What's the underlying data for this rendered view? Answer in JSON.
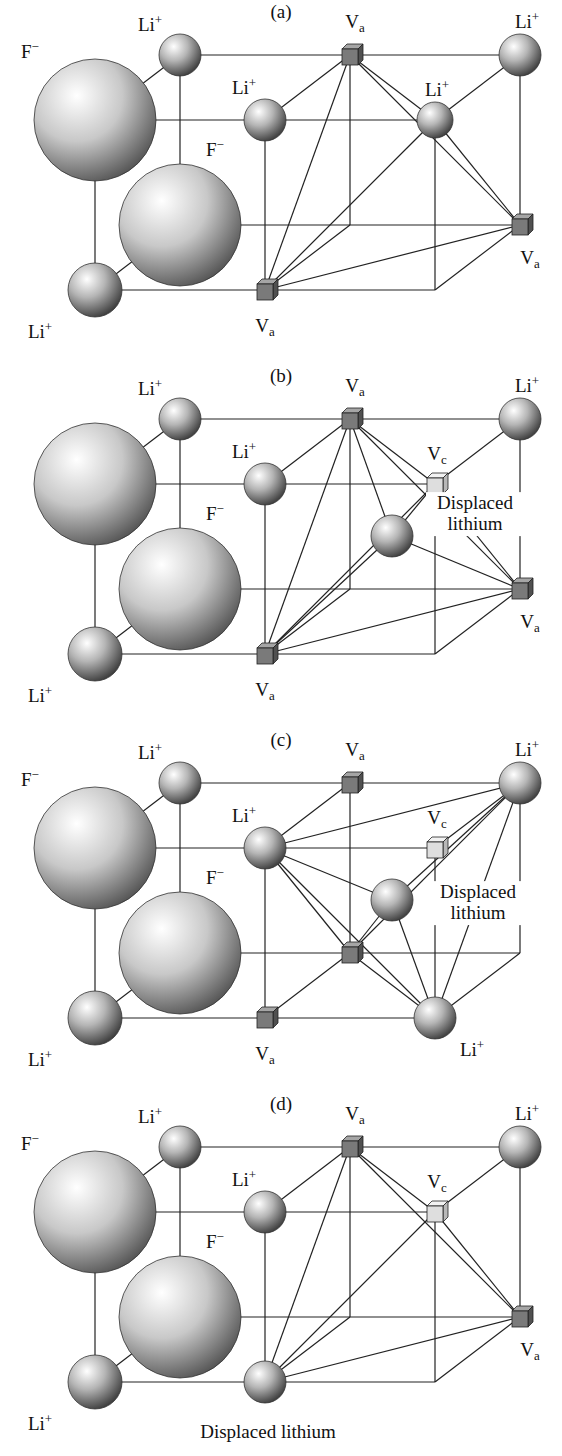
{
  "diagram": {
    "labels": [
      "(a)",
      "Li+",
      "Va",
      "Li+",
      "F−",
      "Li+",
      "F−",
      "Li+",
      "Va",
      "Li+",
      "Va",
      "(b)",
      "Li+",
      "Va",
      "Li+",
      "Li+",
      "Displaced lithium",
      "F−",
      "Vc",
      "Li+",
      "Va",
      "Va",
      "(c)",
      "Li+",
      "Va",
      "Li+",
      "F−",
      "Li+",
      "Displaced lithium",
      "F−",
      "Vc",
      "Li+",
      "Va",
      "Li+",
      "(d)",
      "Li+",
      "Va",
      "Li+",
      "F−",
      "Li+",
      "F−",
      "Vc",
      "Va",
      "Li+",
      "Displaced lithium"
    ]
  }
}
